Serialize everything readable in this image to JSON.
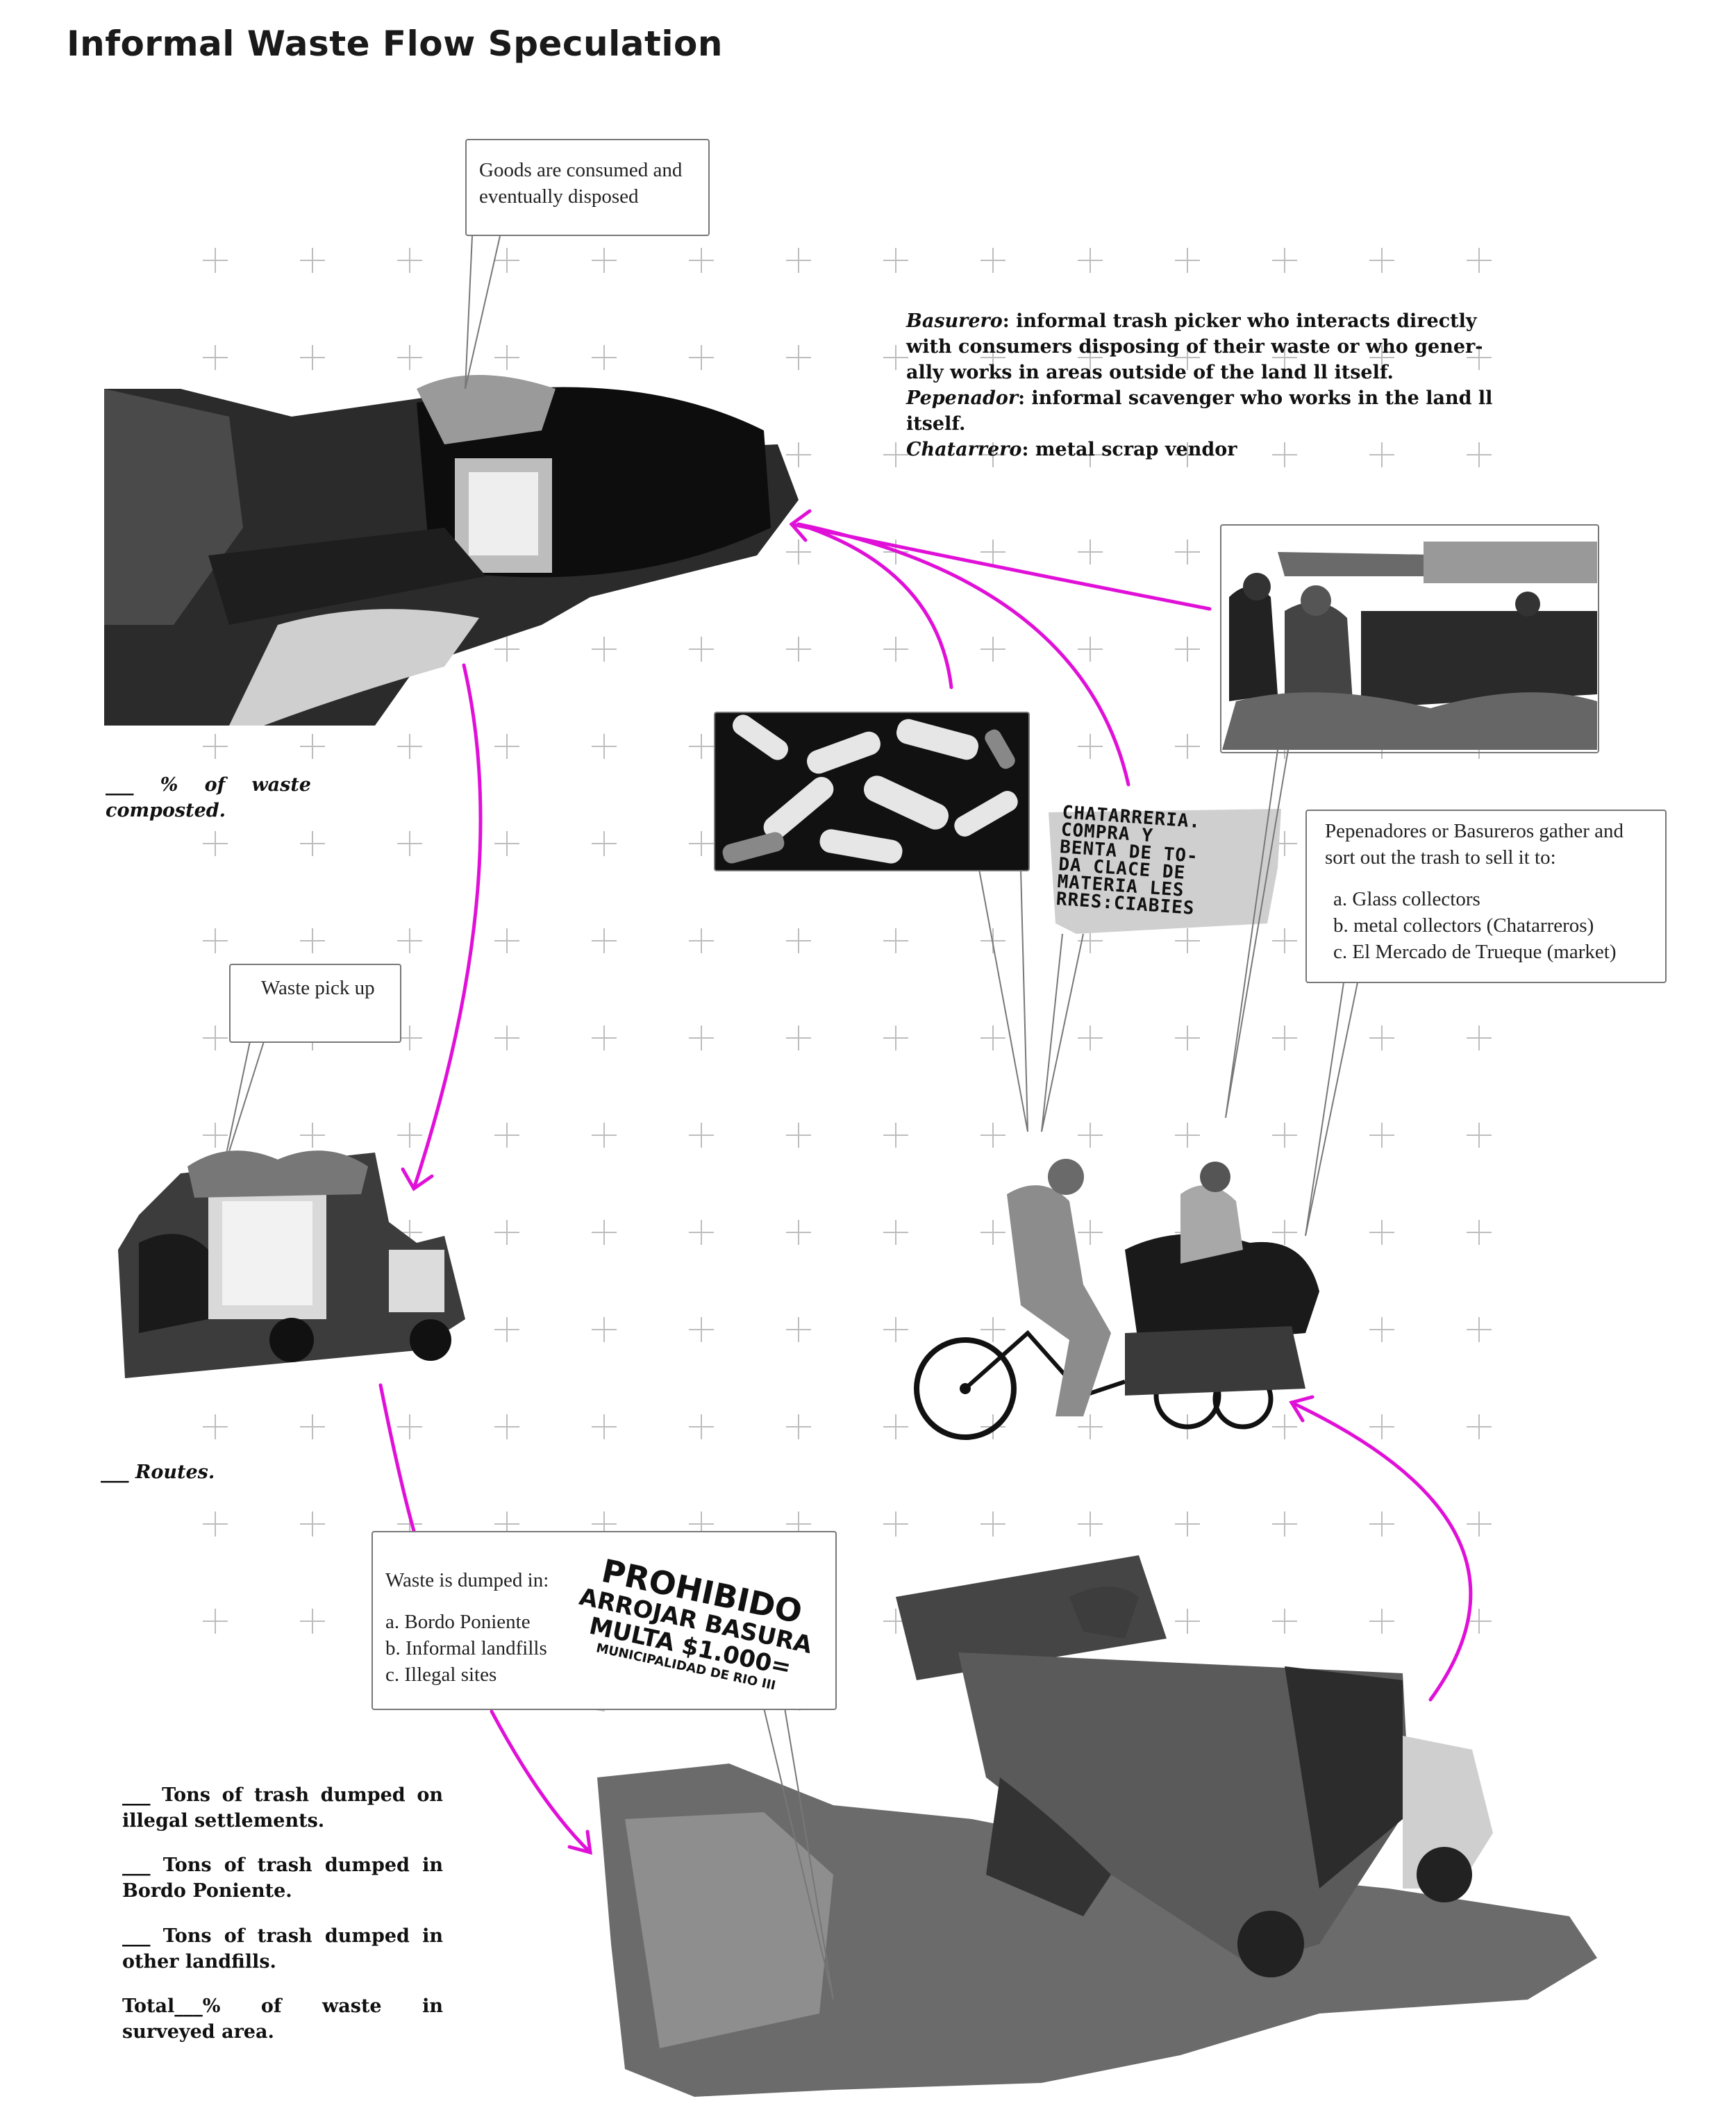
{
  "title": "Informal Waste Flow Speculation",
  "callouts": {
    "consumed": [
      "Goods are consumed and",
      "eventually disposed"
    ],
    "pickup": [
      "Waste pick up"
    ],
    "gather": [
      "Pepenadores or Basureros gather and",
      "sort out the trash to sell it to:",
      "a. Glass collectors",
      "b. metal collectors (Chatarreros)",
      "c. El Mercado de Trueque (market)"
    ],
    "dumped": [
      "Waste is dumped in:",
      "a. Bordo Poniente",
      "b. Informal landfills",
      "c. Illegal sites"
    ]
  },
  "definitions": {
    "basurero_term": "Basurero",
    "basurero_text": [
      ": informal trash picker who interacts directly",
      "with consumers disposing of their waste or who gener-",
      "ally works in areas outside of the land ll itself."
    ],
    "pepenador_term": "Pepenador",
    "pepenador_text": [
      ": informal scavenger who works in the land ll",
      "itself."
    ],
    "chatarrero_term": "Chatarrero",
    "chatarrero_text": ": metal scrap vendor"
  },
  "notes": {
    "composted": [
      "___ % of waste",
      "composted."
    ],
    "routes": "___ Routes.",
    "tons_illegal": [
      "___ Tons of trash dumped on",
      "illegal settlements."
    ],
    "tons_bordo": [
      "___ Tons of trash dumped in",
      "Bordo Poniente."
    ],
    "tons_other": [
      "___ Tons of trash dumped in",
      "other landfills."
    ],
    "total": [
      "Total___% of waste in",
      "surveyed area."
    ]
  },
  "signs": {
    "chatarreria": [
      "CHATARRERIA.",
      "COMPRA Y",
      "BENTA DE TO-",
      "DA CLACE DE",
      "MATERIA LES",
      "RRES:CIABIES"
    ],
    "prohibido": [
      "PROHIBIDO",
      "ARROJAR BASURA",
      "MULTA $1.000=",
      "MUNICIPALIDAD DE RIO III"
    ]
  },
  "images": {
    "bottle": "bottle-drinking-photo",
    "truck": "garbage-truck-photo",
    "market": "market-crowd-photo",
    "bottles": "glass-bottles-photo",
    "tricycle": "cargo-tricycle-pickers-photo",
    "dump": "dump-truck-landfill-photo"
  },
  "colors": {
    "arrow": "#e010d8",
    "callout_border": "#777777",
    "grid": "#bdbdbd"
  }
}
